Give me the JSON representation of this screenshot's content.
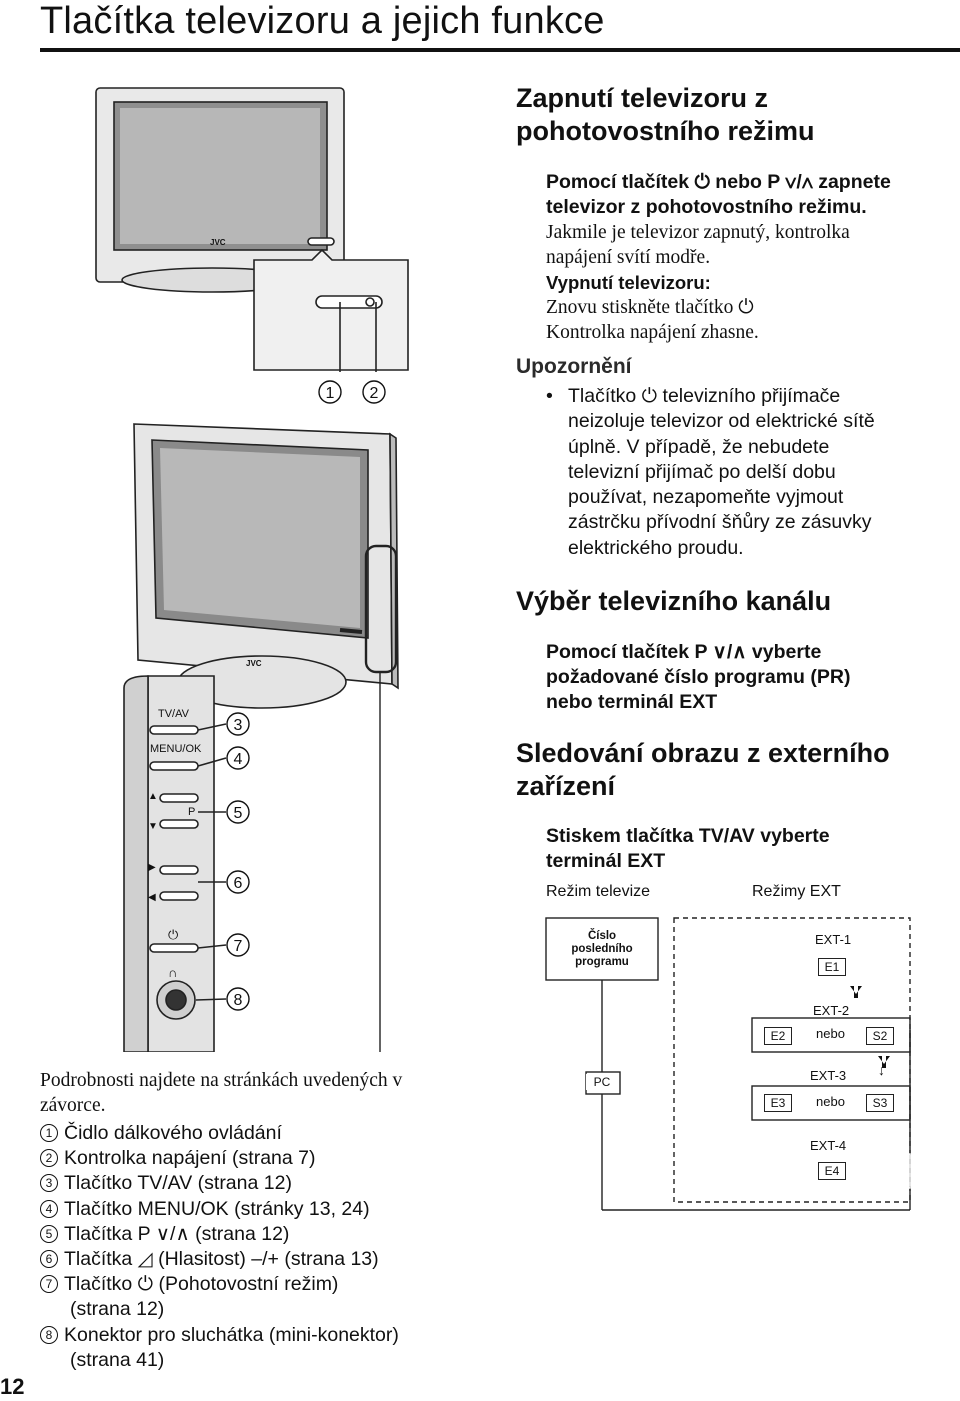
{
  "page_title": "Tlačítka televizoru a jejich funkce",
  "page_number": "12",
  "diagram": {
    "brand_label": "JVC",
    "callouts": [
      "1",
      "2",
      "3",
      "4",
      "5",
      "6",
      "7",
      "8"
    ],
    "panel_labels": {
      "tv_av": "TV/AV",
      "menu_ok": "MENU/OK",
      "p": "P"
    }
  },
  "section_standby": {
    "heading_line1": "Zapnutí televizoru z",
    "heading_line2": "pohotovostního režimu",
    "bold_line1": "Pomocí tlačítek ⏻ nebo P ∨/∧ zapnete",
    "bold_line2": "televizor z pohotovostního režimu.",
    "text_line1": "Jakmile je televizor zapnutý, kontrolka",
    "text_line2": "napájení svítí modře.",
    "off_heading": "Vypnutí televizoru:",
    "off_line1": "Znovu stiskněte tlačítko ⏻",
    "off_line2": "Kontrolka napájení zhasne.",
    "warning_heading": "Upozornění",
    "warning_lines": [
      "Tlačítko ⏻ televizního přijímače",
      "neizoluje televizor od elektrické sítě",
      "úplně. V případě, že nebudete",
      "televizní přijímač po delší dobu",
      "používat, nezapomeňte vyjmout",
      "zástrčku přívodní šňůry ze zásuvky",
      "elektrického proudu."
    ]
  },
  "section_channel": {
    "heading": "Výběr televizního kanálu",
    "lines": [
      "Pomocí tlačítek P ∨/∧ vyberte",
      "požadované číslo programu (PR)",
      "nebo terminál EXT"
    ]
  },
  "section_external": {
    "heading_line1": "Sledování obrazu z externího",
    "heading_line2": "zařízení",
    "bold_line1": "Stiskem tlačítka TV/AV vyberte",
    "bold_line2": "terminál EXT",
    "tv_mode_label": "Režim televize",
    "ext_modes_label": "Režimy EXT",
    "last_program": [
      "Číslo",
      "posledního",
      "programu"
    ],
    "pc": "PC",
    "ext1": "EXT-1",
    "e1": "E1",
    "ext2": "EXT-2",
    "e2": "E2",
    "s2": "S2",
    "ext3": "EXT-3",
    "e3": "E3",
    "s3": "S3",
    "ext4": "EXT-4",
    "e4": "E4",
    "or": "nebo"
  },
  "legend": {
    "intro_line1": "Podrobnosti najdete na stránkách uvedených v",
    "intro_line2": "závorce.",
    "items": [
      {
        "num": "1",
        "text": "Čidlo dálkového ovládání"
      },
      {
        "num": "2",
        "text": "Kontrolka napájení (strana 7)"
      },
      {
        "num": "3",
        "text": "Tlačítko TV/AV (strana 12)"
      },
      {
        "num": "4",
        "text": "Tlačítko MENU/OK (stránky 13, 24)"
      },
      {
        "num": "5",
        "text": "Tlačítka P ∨/∧ (strana 12)"
      },
      {
        "num": "6",
        "text": "Tlačítka ◿ (Hlasitost) –/+ (strana 13)"
      },
      {
        "num": "7",
        "text": "Tlačítko ⏻ (Pohotovostní režim)"
      },
      {
        "num": "",
        "text": "(strana 12)"
      },
      {
        "num": "8",
        "text": "Konektor pro sluchátka (mini-konektor)"
      },
      {
        "num": "",
        "text": "(strana 41)"
      }
    ]
  }
}
